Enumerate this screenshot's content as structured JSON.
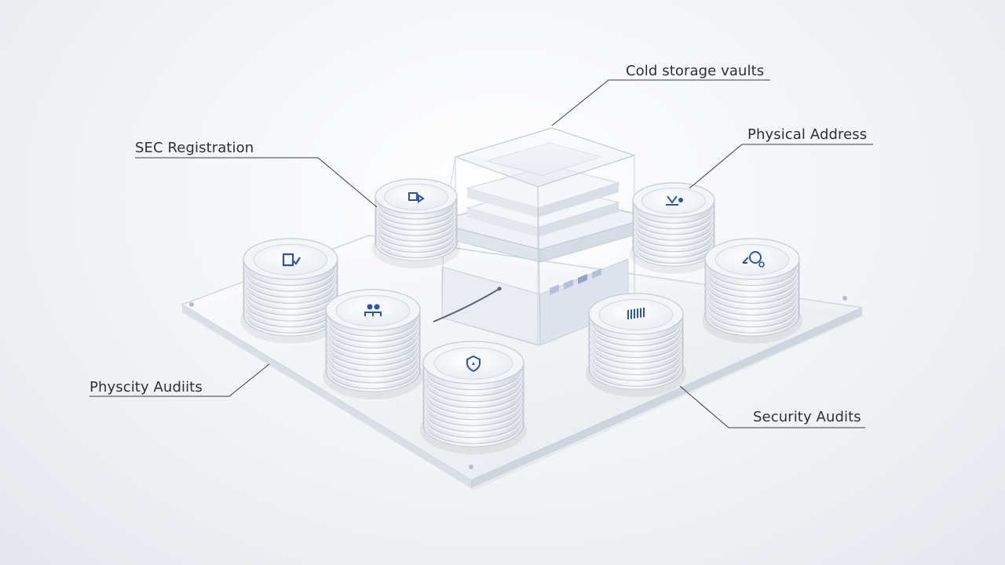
{
  "diagram": {
    "labels": {
      "cold_storage": "Cold storage vaults",
      "sec_registration": "SEC Registration",
      "physical_address": "Physical Address",
      "physcity_audits": "Physcity Audiits",
      "security_audits": "Security Audits"
    },
    "colors": {
      "background": "#eef0f3",
      "glass": "#ffffff",
      "icon_accent": "#2b55a8",
      "leader_line": "#3a3d42",
      "label_text": "#2b2f36"
    },
    "discs": [
      {
        "name": "disc-sec-registration",
        "icon": "document-stamp-icon"
      },
      {
        "name": "disc-physical-address",
        "icon": "location-pin-icon"
      },
      {
        "name": "disc-left",
        "icon": "checkmark-box-icon"
      },
      {
        "name": "disc-right",
        "icon": "key-lock-icon"
      },
      {
        "name": "disc-center-left",
        "icon": "people-icon"
      },
      {
        "name": "disc-center-right",
        "icon": "barcode-icon"
      },
      {
        "name": "disc-bottom",
        "icon": "shield-icon"
      }
    ]
  }
}
